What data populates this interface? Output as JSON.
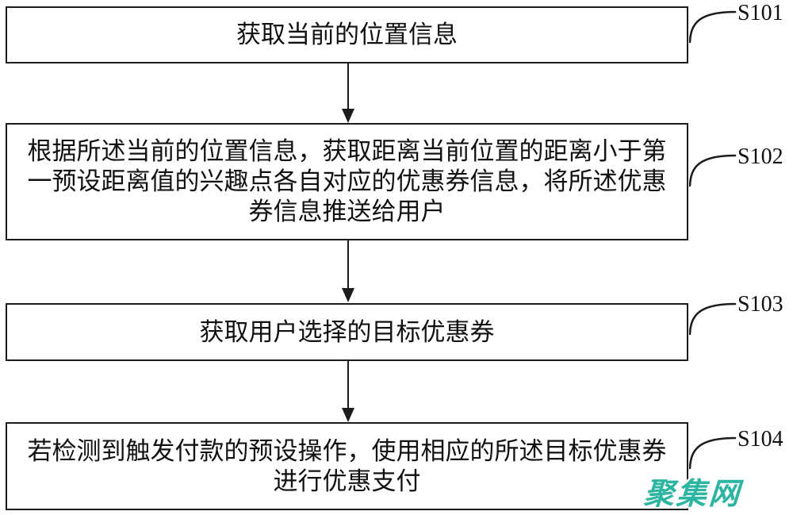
{
  "steps": [
    {
      "label": "S101",
      "lines": [
        "获取当前的位置信息"
      ]
    },
    {
      "label": "S102",
      "lines": [
        "根据所述当前的位置信息，获取距离当前位置的距离小于第",
        "一预设距离值的兴趣点各自对应的优惠券信息，将所述优惠",
        "券信息推送给用户"
      ]
    },
    {
      "label": "S103",
      "lines": [
        "获取用户选择的目标优惠券"
      ]
    },
    {
      "label": "S104",
      "lines": [
        "若检测到触发付款的预设操作，使用相应的所述目标优惠券",
        "进行优惠支付"
      ]
    }
  ],
  "watermark": {
    "text": "聚集网",
    "color": "#2eb5a1"
  },
  "colors": {
    "line": "#1c1c1c",
    "background": "#ffffff",
    "text": "#111111"
  }
}
